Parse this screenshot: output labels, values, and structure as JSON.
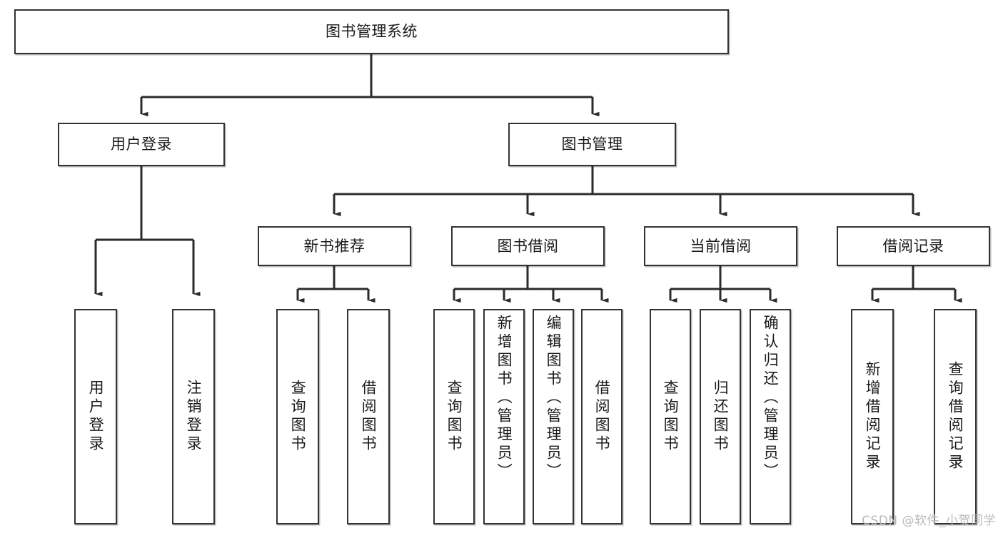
{
  "diagram": {
    "title": "图书管理系统",
    "root": {
      "id": "root",
      "label": "图书管理系统",
      "orientation": "horizontal"
    },
    "level2": [
      {
        "id": "user-login",
        "label": "用户登录",
        "orientation": "horizontal"
      },
      {
        "id": "book-manage",
        "label": "图书管理",
        "orientation": "horizontal"
      }
    ],
    "level3": [
      {
        "id": "new-book-recommend",
        "label": "新书推荐",
        "orientation": "horizontal"
      },
      {
        "id": "book-borrow",
        "label": "图书借阅",
        "orientation": "horizontal"
      },
      {
        "id": "current-borrow",
        "label": "当前借阅",
        "orientation": "horizontal"
      },
      {
        "id": "borrow-record",
        "label": "借阅记录",
        "orientation": "horizontal"
      }
    ],
    "leaves": [
      {
        "id": "leaf-user-login",
        "label": "用户登录",
        "parent": "user-login",
        "orientation": "vertical",
        "align": "centered"
      },
      {
        "id": "leaf-logout-login",
        "label": "注销登录",
        "parent": "user-login",
        "orientation": "vertical",
        "align": "centered"
      },
      {
        "id": "leaf-query-book-1",
        "label": "查询图书",
        "parent": "new-book-recommend",
        "orientation": "vertical",
        "align": "centered"
      },
      {
        "id": "leaf-borrow-book-1",
        "label": "借阅图书",
        "parent": "new-book-recommend",
        "orientation": "vertical",
        "align": "centered"
      },
      {
        "id": "leaf-query-book-2",
        "label": "查询图书",
        "parent": "book-borrow",
        "orientation": "vertical",
        "align": "centered"
      },
      {
        "id": "leaf-add-book-admin",
        "label": "新增图书（管理员）",
        "parent": "book-borrow",
        "orientation": "vertical",
        "align": "top"
      },
      {
        "id": "leaf-edit-book-admin",
        "label": "编辑图书（管理员）",
        "parent": "book-borrow",
        "orientation": "vertical",
        "align": "top"
      },
      {
        "id": "leaf-borrow-book-2",
        "label": "借阅图书",
        "parent": "book-borrow",
        "orientation": "vertical",
        "align": "centered"
      },
      {
        "id": "leaf-query-book-3",
        "label": "查询图书",
        "parent": "current-borrow",
        "orientation": "vertical",
        "align": "centered"
      },
      {
        "id": "leaf-return-book",
        "label": "归还图书",
        "parent": "current-borrow",
        "orientation": "vertical",
        "align": "centered"
      },
      {
        "id": "leaf-confirm-return-admin",
        "label": "确认归还（管理员）",
        "parent": "current-borrow",
        "orientation": "vertical",
        "align": "top"
      },
      {
        "id": "leaf-add-borrow-record",
        "label": "新增借阅记录",
        "parent": "borrow-record",
        "orientation": "vertical",
        "align": "centered"
      },
      {
        "id": "leaf-query-borrow-record",
        "label": "查询借阅记录",
        "parent": "borrow-record",
        "orientation": "vertical",
        "align": "centered"
      }
    ],
    "colors": {
      "box_border": "#333333",
      "box_fill": "#ffffff",
      "connector": "#2b2b2b",
      "text": "#1a1a1a",
      "watermark": "#b8b8b8",
      "background": "#ffffff"
    }
  },
  "watermark": {
    "text": "CSDN @软件_小贺同学"
  }
}
